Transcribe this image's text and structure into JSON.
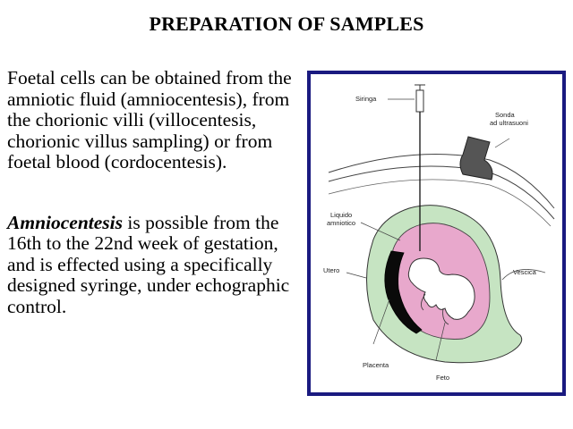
{
  "slide": {
    "title": "PREPARATION OF SAMPLES"
  },
  "body": {
    "paragraph1": "Foetal cells can be obtained from the amniotic fluid (amniocentesis), from the chorionic villi (villocentesis, chorionic villus sampling) or from foetal blood (cordocentesis).",
    "paragraph2_term": "Amniocentesis",
    "paragraph2_rest": " is possible from the 16th to the 22nd week of gestation, and is effected using a specifically designed syringe, under echographic control."
  },
  "figure": {
    "labels": {
      "siringa": "Siringa",
      "sonda_line1": "Sonda",
      "sonda_line2": "ad ultrasuoni",
      "liquido_line1": "Liquido",
      "liquido_line2": "amniotico",
      "utero": "Utero",
      "vescica": "Vescica",
      "placenta": "Placenta",
      "feto": "Feto"
    },
    "colors": {
      "frame": "#1a1a80",
      "uterus": "#c6e4c2",
      "amniotic_fluid": "#e8a8cc",
      "placenta": "#0a0a0a"
    }
  }
}
